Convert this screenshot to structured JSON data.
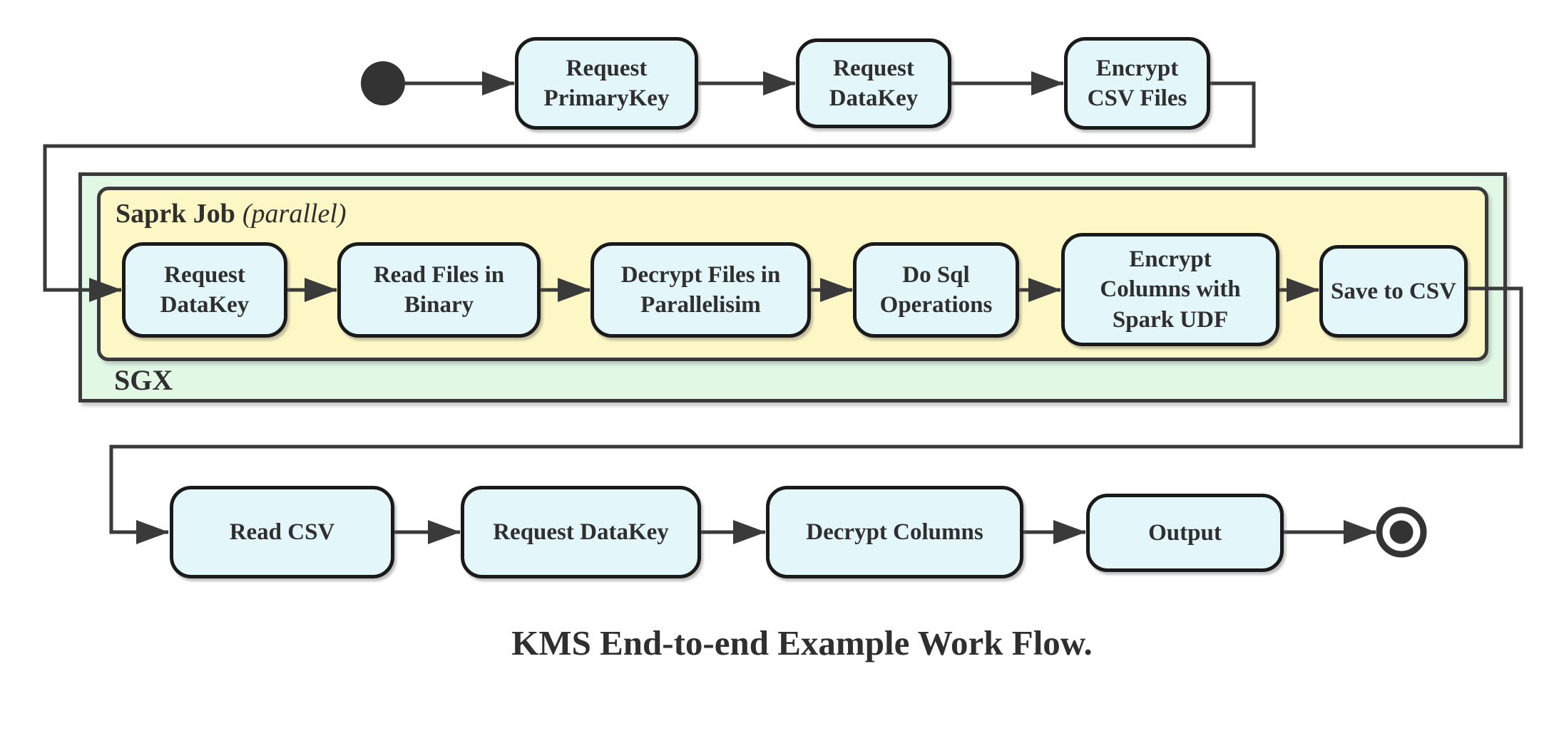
{
  "diagram": {
    "title": "KMS End-to-end Example Work Flow.",
    "colors": {
      "activity_fill": "#e3f6fa",
      "activity_border": "#1a1a1a",
      "partition_yellow_fill": "#fdf7c5",
      "sgx_green_fill": "#e1f8e5",
      "container_border": "#3a3a3a",
      "connector": "#3a3a3a",
      "text": "#2f2f2f",
      "start_end_node": "#333333"
    },
    "top_row": {
      "start_node": "initial-state",
      "activities": [
        {
          "label": "Request\nPrimaryKey"
        },
        {
          "label": "Request\nDataKey"
        },
        {
          "label": "Encrypt\nCSV Files"
        }
      ]
    },
    "sgx": {
      "label": "SGX",
      "partition": {
        "name": "Saprk Job",
        "qualifier": "(parallel)",
        "activities": [
          {
            "label": "Request\nDataKey"
          },
          {
            "label": "Read Files in\nBinary"
          },
          {
            "label": "Decrypt Files in\nParallelisim"
          },
          {
            "label": "Do Sql\nOperations"
          },
          {
            "label": "Encrypt\nColumns with\nSpark UDF"
          },
          {
            "label": "Save to CSV"
          }
        ]
      }
    },
    "bottom_row": {
      "activities": [
        {
          "label": "Read CSV"
        },
        {
          "label": "Request DataKey"
        },
        {
          "label": "Decrypt Columns"
        },
        {
          "label": "Output"
        }
      ],
      "end_node": "final-state"
    }
  }
}
